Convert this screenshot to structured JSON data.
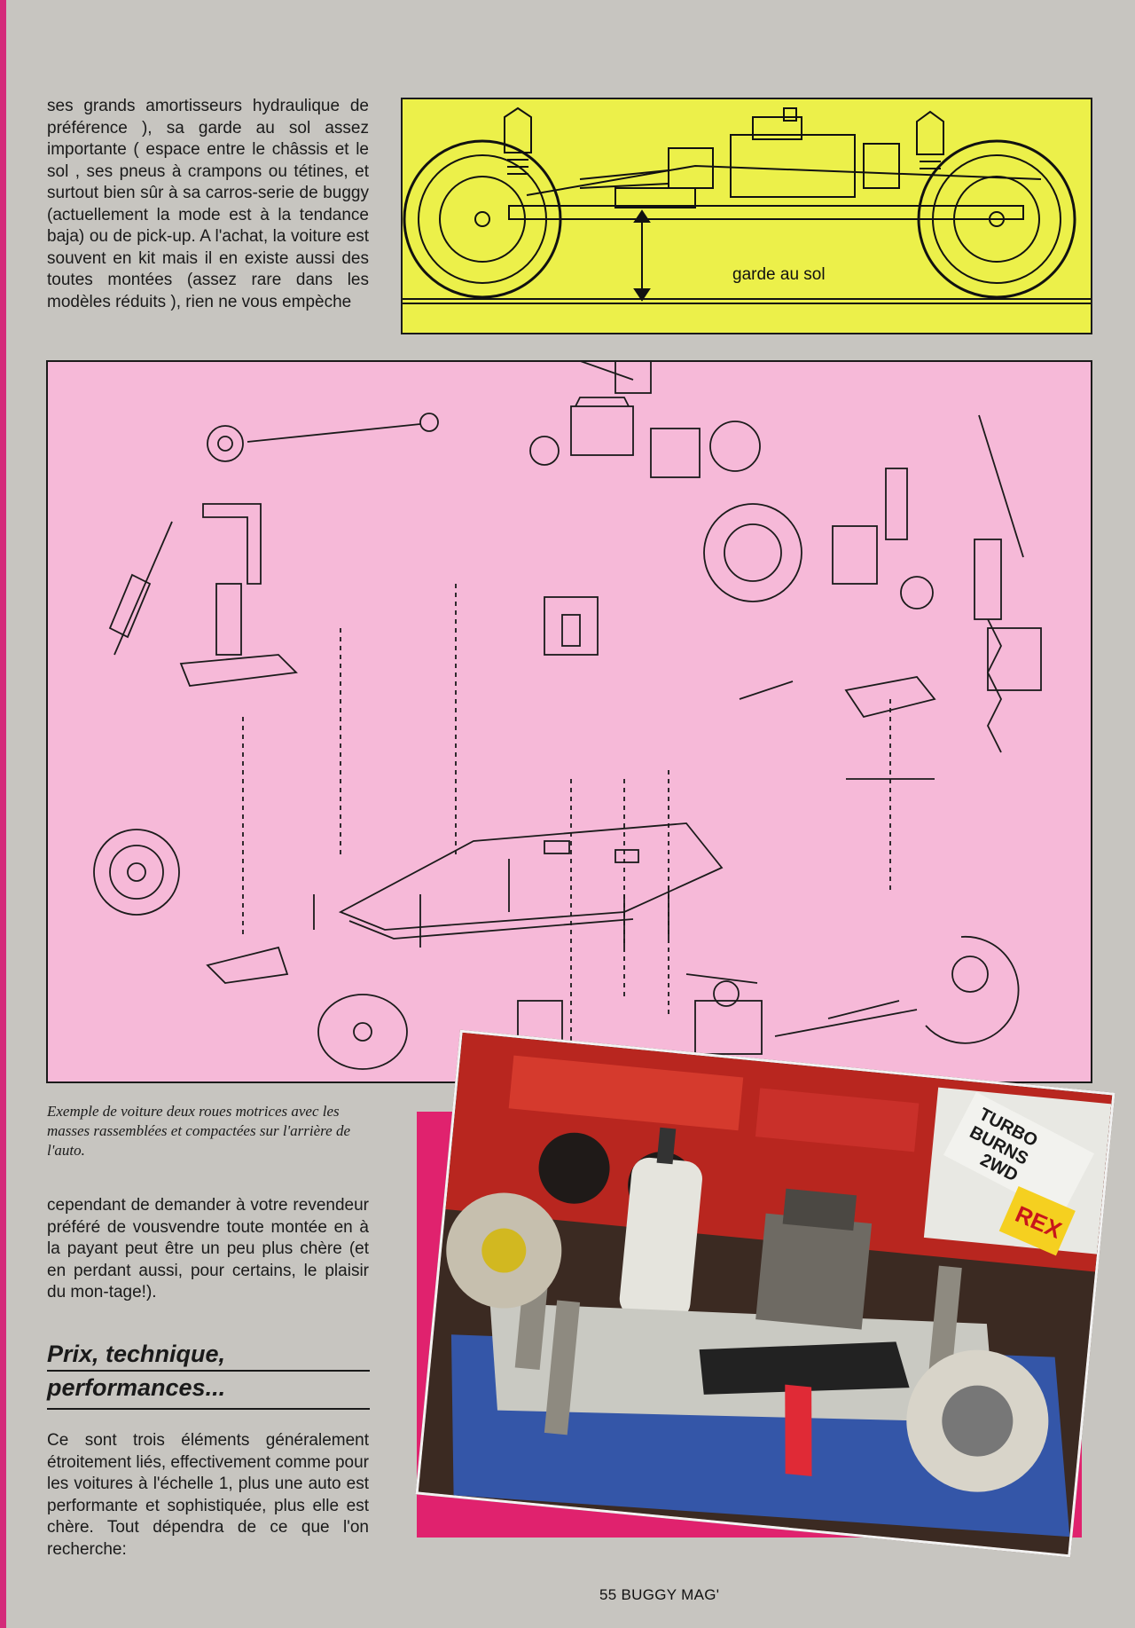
{
  "article": {
    "paragraph_1": "ses grands amortisseurs hydraulique de préférence ), sa garde au sol assez importante ( espace entre le châssis et le sol , ses pneus à crampons ou tétines, et surtout bien sûr à sa carros-serie de buggy (actuellement la mode est à la tendance baja) ou de pick-up. A l'achat, la voiture est souvent en kit mais il en existe aussi des toutes montées (assez rare dans les modèles réduits ), rien ne vous empèche",
    "paragraph_2": "cependant de demander à votre revendeur préféré de vousvendre toute montée en à la payant peut être un peu plus chère (et en perdant aussi, pour certains, le plaisir du mon-tage!).",
    "heading_line1": "Prix, technique,",
    "heading_line2": "performances...",
    "paragraph_3": "Ce sont trois éléments généralement étroitement liés, effectivement comme pour les voitures à l'échelle 1, plus une auto est performante et sophistiquée, plus elle est chère. Tout dépendra de ce que l'on recherche:"
  },
  "diagram": {
    "ground_clearance_label": "garde au sol"
  },
  "exploded_view": {
    "caption": "Exemple de voiture deux roues motrices avec les masses rassemblées et compactées sur l'arrière de l'auto."
  },
  "photo": {
    "sign_text_line1": "TURBO",
    "sign_text_line2": "BURNS",
    "sign_text_line3": "2WD",
    "sticker_text": "REX"
  },
  "footer": {
    "page_label": "55 BUGGY MAG'"
  },
  "colors": {
    "yellow_panel": "#ecf04a",
    "pink_panel": "#f6b9d8",
    "magenta_frame": "#e0226e",
    "page_background": "#c7c5c0"
  }
}
